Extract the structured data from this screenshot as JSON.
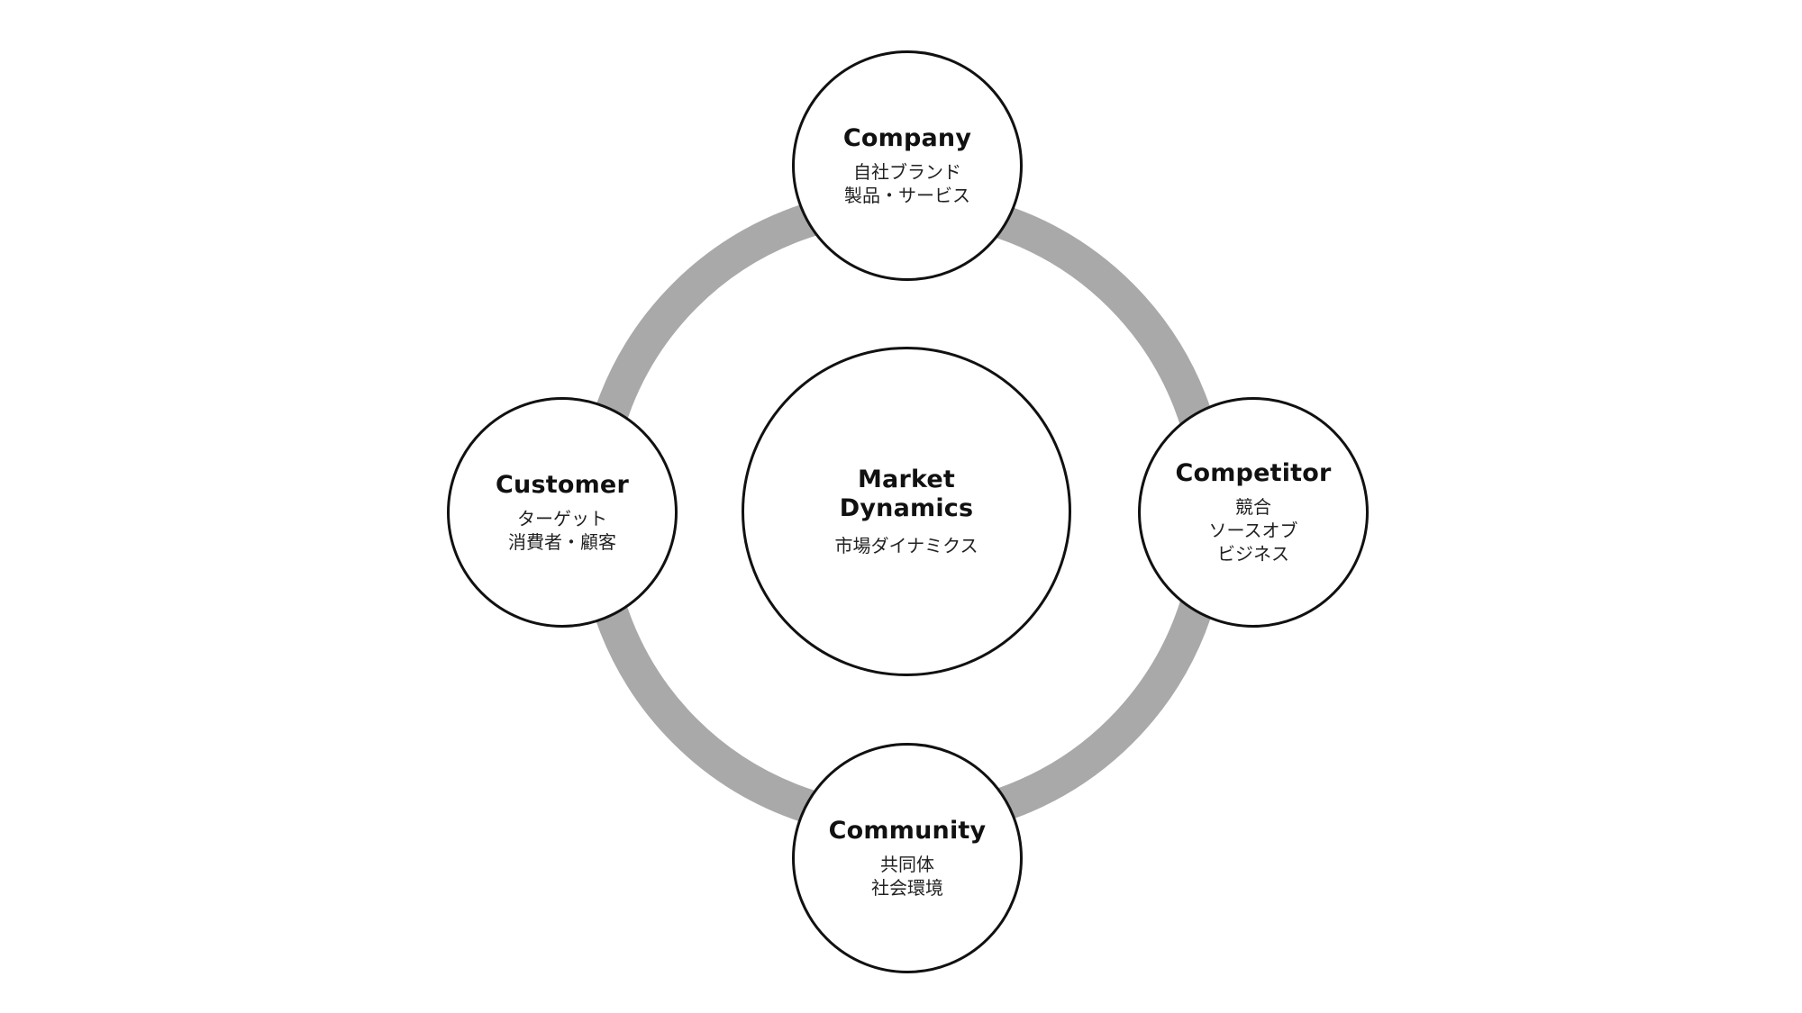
{
  "diagram": {
    "colors": {
      "ring": "#a9a9a9",
      "circle_stroke": "#111111",
      "circle_fill": "#ffffff",
      "text": "#111111",
      "background": "#ffffff"
    },
    "center": {
      "title": "Market\nDynamics",
      "subtitle": "市場ダイナミクス"
    },
    "nodes": {
      "company": {
        "title": "Company",
        "subtitle": "自社ブランド\n製品・サービス"
      },
      "customer": {
        "title": "Customer",
        "subtitle": "ターゲット\n消費者・顧客"
      },
      "competitor": {
        "title": "Competitor",
        "subtitle": "競合\nソースオブ\nビジネス"
      },
      "community": {
        "title": "Community",
        "subtitle": "共同体\n社会環境"
      }
    }
  }
}
